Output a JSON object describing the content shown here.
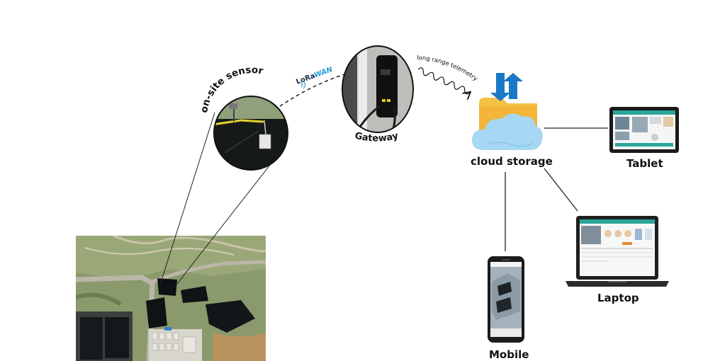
{
  "labels": {
    "sensor": "on-site sensor",
    "lorawan_lo": "LoRa",
    "lorawan_wan": "WAN",
    "gateway": "Gateway",
    "telemetry": "long range telemetry",
    "cloud": "cloud storage",
    "tablet": "Tablet",
    "laptop": "Laptop",
    "mobile": "Mobile"
  },
  "colors": {
    "lorawan_blue": "#1e9ad6",
    "cloud_blue": "#a7d8f3",
    "folder_yellow": "#f5c242",
    "arrow_blue": "#1b78c8",
    "outline": "#111111"
  },
  "icons": {
    "cloud": "cloud-storage-icon",
    "tablet": "tablet-icon",
    "laptop": "laptop-icon",
    "mobile": "mobile-phone-icon"
  }
}
